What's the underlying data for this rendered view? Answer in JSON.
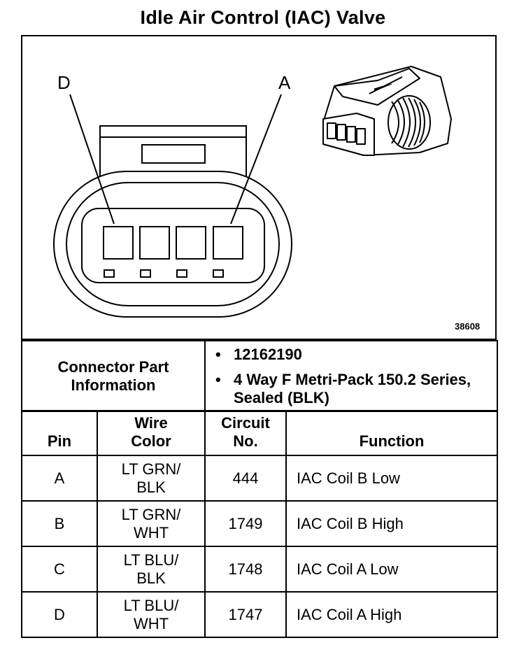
{
  "title": "Idle Air Control (IAC) Valve",
  "figure_number": "38608",
  "pin_labels": {
    "left": "D",
    "right": "A"
  },
  "connector_info": {
    "label": "Connector Part Information",
    "items": [
      "12162190",
      "4 Way F Metri-Pack 150.2 Series, Sealed (BLK)"
    ],
    "bullet": "•"
  },
  "table": {
    "headers": {
      "pin": "Pin",
      "wire_color": "Wire Color",
      "circuit": "Circuit No.",
      "function": "Function"
    },
    "rows": [
      {
        "pin": "A",
        "wire_color_1": "LT GRN/",
        "wire_color_2": "BLK",
        "circuit": "444",
        "function": "IAC Coil B Low"
      },
      {
        "pin": "B",
        "wire_color_1": "LT GRN/",
        "wire_color_2": "WHT",
        "circuit": "1749",
        "function": "IAC Coil B High"
      },
      {
        "pin": "C",
        "wire_color_1": "LT BLU/",
        "wire_color_2": "BLK",
        "circuit": "1748",
        "function": "IAC Coil A Low"
      },
      {
        "pin": "D",
        "wire_color_1": "LT BLU/",
        "wire_color_2": "WHT",
        "circuit": "1747",
        "function": "IAC Coil A High"
      }
    ]
  }
}
